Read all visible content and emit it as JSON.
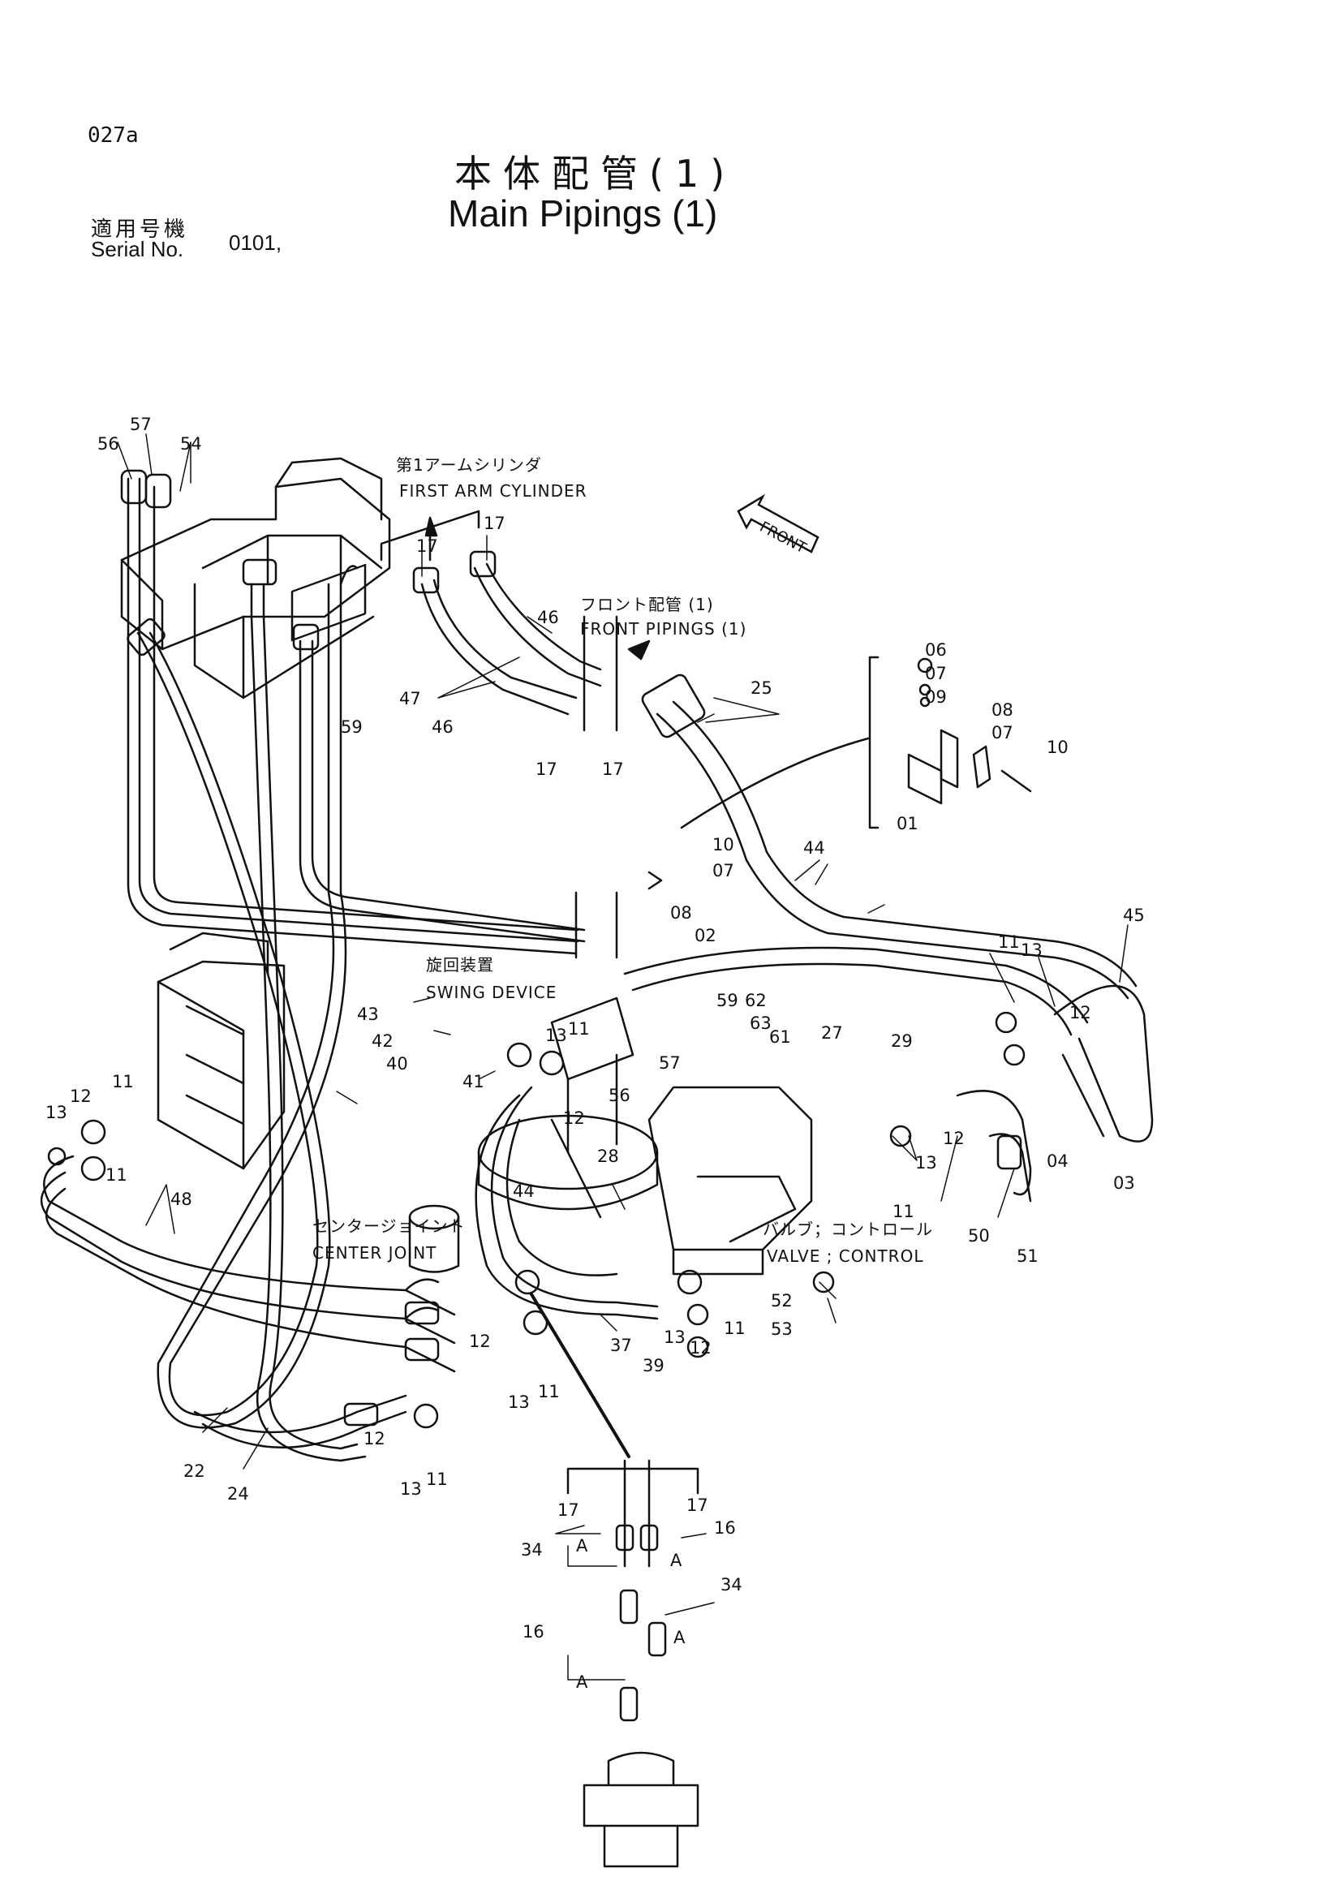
{
  "header": {
    "page_id": "027a",
    "title_jp": "本体配管(1)",
    "title_en": "Main Pipings (1)",
    "serial_label_jp": "適用号機",
    "serial_label_en": "Serial No.",
    "serial_value": "0101,"
  },
  "labels": {
    "first_arm_cylinder_jp": "第1アームシリンダ",
    "first_arm_cylinder_en": "FIRST ARM CYLINDER",
    "front_pipings_jp": "フロント配管 (1)",
    "front_pipings_en": "FRONT PIPINGS (1)",
    "swing_device_jp": "旋回装置",
    "swing_device_en": "SWING DEVICE",
    "center_joint_jp": "センタージョイント",
    "center_joint_en": "CENTER JOINT",
    "valve_control_jp": "バルブ；コントロール",
    "valve_control_en": "VALVE ; CONTROL",
    "front_arrow": "FRONT",
    "detail_a": "A"
  },
  "part_numbers": {
    "p56": "56",
    "p57": "57",
    "p54": "54",
    "p17a": "17",
    "p17b": "17",
    "p17c": "17",
    "p17d": "17",
    "p46a": "46",
    "p46b": "46",
    "p47": "47",
    "p59": "59",
    "p25": "25",
    "p06": "06",
    "p07a": "07",
    "p09": "09",
    "p08a": "08",
    "p07b": "07",
    "p10a": "10",
    "p01": "01",
    "p10b": "10",
    "p07c": "07",
    "p44a": "44",
    "p08b": "08",
    "p02": "02",
    "p45": "45",
    "p11a": "11",
    "p13a": "13",
    "p12a": "12",
    "p43": "43",
    "p42": "42",
    "p40": "40",
    "p41": "41",
    "p13b": "13",
    "p11b": "11",
    "p12b": "12",
    "p59b": "59",
    "p62": "62",
    "p63": "63",
    "p61": "61",
    "p57b": "57",
    "p56b": "56",
    "p27": "27",
    "p29": "29",
    "p04": "04",
    "p03": "03",
    "p12c": "12",
    "p13c": "13",
    "p11c": "11",
    "p50": "50",
    "p51": "51",
    "p11d": "11",
    "p12d": "12",
    "p13d": "13",
    "p48": "48",
    "p28": "28",
    "p44b": "44",
    "p52": "52",
    "p53": "53",
    "p37": "37",
    "p39": "39",
    "p13e": "13",
    "p12e": "12",
    "p11e": "11",
    "p12f": "12",
    "p13f": "13",
    "p11f": "11",
    "p12g": "12",
    "p13g": "13",
    "p11g": "11",
    "p22": "22",
    "p24": "24",
    "p17e": "17",
    "p17f": "17",
    "p16a": "16",
    "p34a": "34",
    "p34b": "34",
    "p16b": "16"
  }
}
